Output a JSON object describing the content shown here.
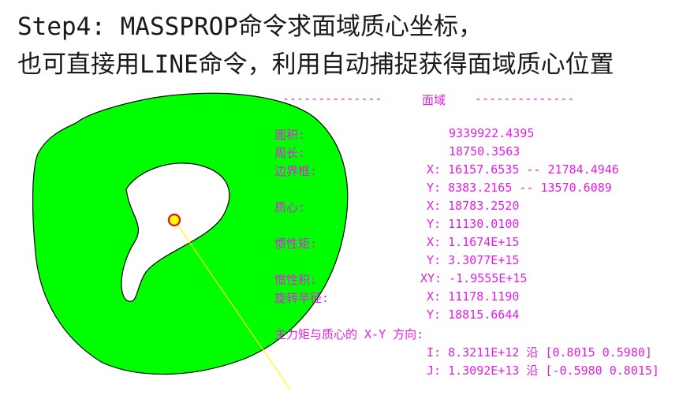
{
  "header": {
    "line1": "Step4: MASSPROP命令求面域质心坐标，",
    "line2": "也可直接用LINE命令，利用自动捕捉获得面域质心位置"
  },
  "massprop": {
    "header_left": "--------------",
    "header_title": "面域",
    "header_right": "--------------",
    "area_label": "面积:",
    "area_value": "9339922.4395",
    "perimeter_label": "周长:",
    "perimeter_value": "18750.3563",
    "bbox_label": "边界框:",
    "bbox_x": "X: 16157.6535  --  21784.4946",
    "bbox_y": "Y: 8383.2165  --  13570.6089",
    "centroid_label": "质心:",
    "centroid_x": "X: 18783.2520",
    "centroid_y": "Y: 11130.0100",
    "inertia_label": "惯性矩:",
    "inertia_x": "X: 1.1674E+15",
    "inertia_y": "Y: 3.3077E+15",
    "product_label": "惯性积:",
    "product_xy": "XY: -1.9555E+15",
    "gyration_label": "旋转半径:",
    "gyration_x": "X: 11178.1190",
    "gyration_y": "Y: 18815.6644",
    "principal_label": "主力矩与质心的 X-Y 方向:",
    "principal_i": "I: 8.3211E+12 沿 [0.8015 0.5980]",
    "principal_j": "J: 1.3092E+13 沿 [-0.5980 0.8015]"
  },
  "colors": {
    "region_fill": "#00ff00",
    "region_stroke": "#000000",
    "text_magenta": "#e020e0",
    "line_yellow": "#ffff00",
    "centroid_marker": "#e02020"
  }
}
